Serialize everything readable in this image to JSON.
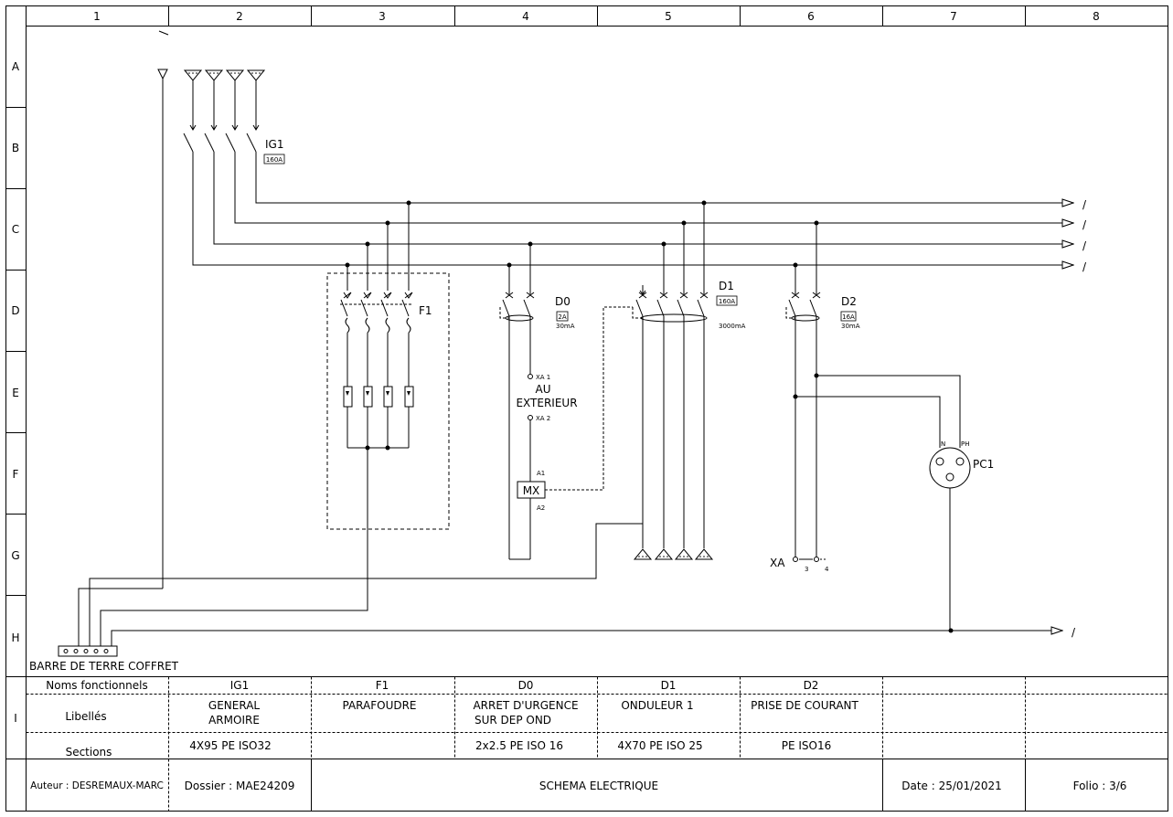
{
  "grid": {
    "columns": [
      "1",
      "2",
      "3",
      "4",
      "5",
      "6",
      "7",
      "8"
    ],
    "rows": [
      "A",
      "B",
      "C",
      "D",
      "E",
      "F",
      "G",
      "H",
      "I"
    ]
  },
  "components": {
    "ig1": {
      "name": "IG1",
      "rating": "160A"
    },
    "f1": {
      "name": "F1"
    },
    "d0": {
      "name": "D0",
      "rating": "2A",
      "sensitivity": "30mA"
    },
    "d1": {
      "name": "D1",
      "rating": "160A",
      "sensitivity": "3000mA"
    },
    "d2": {
      "name": "D2",
      "rating": "16A",
      "sensitivity": "30mA"
    },
    "xa_top": "XA 1",
    "xa_bottom": "XA 2",
    "au_exterieur_line1": "AU",
    "au_exterieur_line2": "EXTERIEUR",
    "mx": {
      "name": "MX",
      "a1": "A1",
      "a2": "A2"
    },
    "pc1": {
      "name": "PC1",
      "n": "N",
      "ph": "PH"
    },
    "xa_terminal": {
      "name": "XA",
      "t3": "3",
      "t4": "4"
    },
    "earth_bar": "BARRE DE TERRE COFFRET",
    "bus_marker": "/"
  },
  "legend_table": {
    "row_headers": [
      "Noms fonctionnels",
      "Libellés",
      "Sections"
    ],
    "columns": [
      {
        "name": "IG1",
        "libelle_1": "GENERAL",
        "libelle_2": "ARMOIRE",
        "section": "4X95 PE ISO32"
      },
      {
        "name": "F1",
        "libelle_1": "PARAFOUDRE",
        "libelle_2": "",
        "section": ""
      },
      {
        "name": "D0",
        "libelle_1": "ARRET D'URGENCE",
        "libelle_2": "SUR DEP OND",
        "section": "2x2.5 PE ISO 16"
      },
      {
        "name": "D1",
        "libelle_1": "ONDULEUR 1",
        "libelle_2": "",
        "section": "4X70 PE ISO 25"
      },
      {
        "name": "D2",
        "libelle_1": "PRISE DE COURANT",
        "libelle_2": "",
        "section": "PE ISO16"
      },
      {
        "name": "",
        "libelle_1": "",
        "libelle_2": "",
        "section": ""
      },
      {
        "name": "",
        "libelle_1": "",
        "libelle_2": "",
        "section": ""
      }
    ]
  },
  "title_block": {
    "author": "Auteur : DESREMAUX-MARC",
    "dossier": "Dossier : MAE24209",
    "title": "SCHEMA ELECTRIQUE",
    "date": "Date : 25/01/2021",
    "folio": "Folio : 3/6"
  }
}
